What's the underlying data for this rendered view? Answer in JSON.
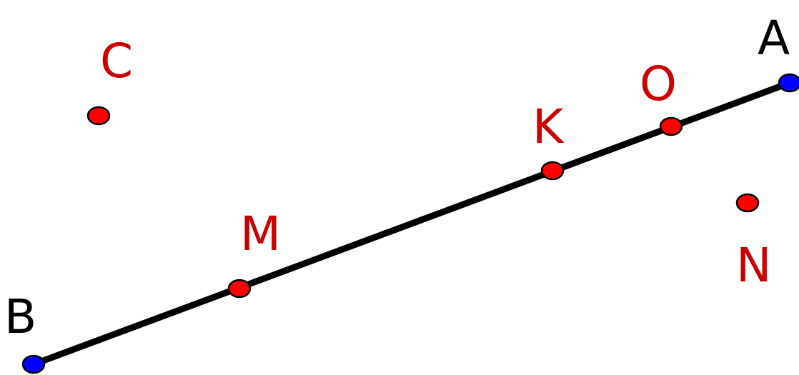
{
  "colors": {
    "segment": "#000000",
    "endpoint_fill": "#0000ff",
    "point_fill": "#ff0000",
    "point_stroke": "#000000",
    "endpoint_label": "#000000",
    "point_label": "#cc0000"
  },
  "segment": {
    "from": "B",
    "to": "A"
  },
  "points": {
    "A": {
      "label": "A",
      "kind": "endpoint"
    },
    "B": {
      "label": "B",
      "kind": "endpoint"
    },
    "C": {
      "label": "C",
      "kind": "free"
    },
    "K": {
      "label": "K",
      "kind": "on-segment"
    },
    "M": {
      "label": "M",
      "kind": "on-segment"
    },
    "N": {
      "label": "N",
      "kind": "free"
    },
    "O": {
      "label": "O",
      "kind": "on-segment"
    }
  }
}
